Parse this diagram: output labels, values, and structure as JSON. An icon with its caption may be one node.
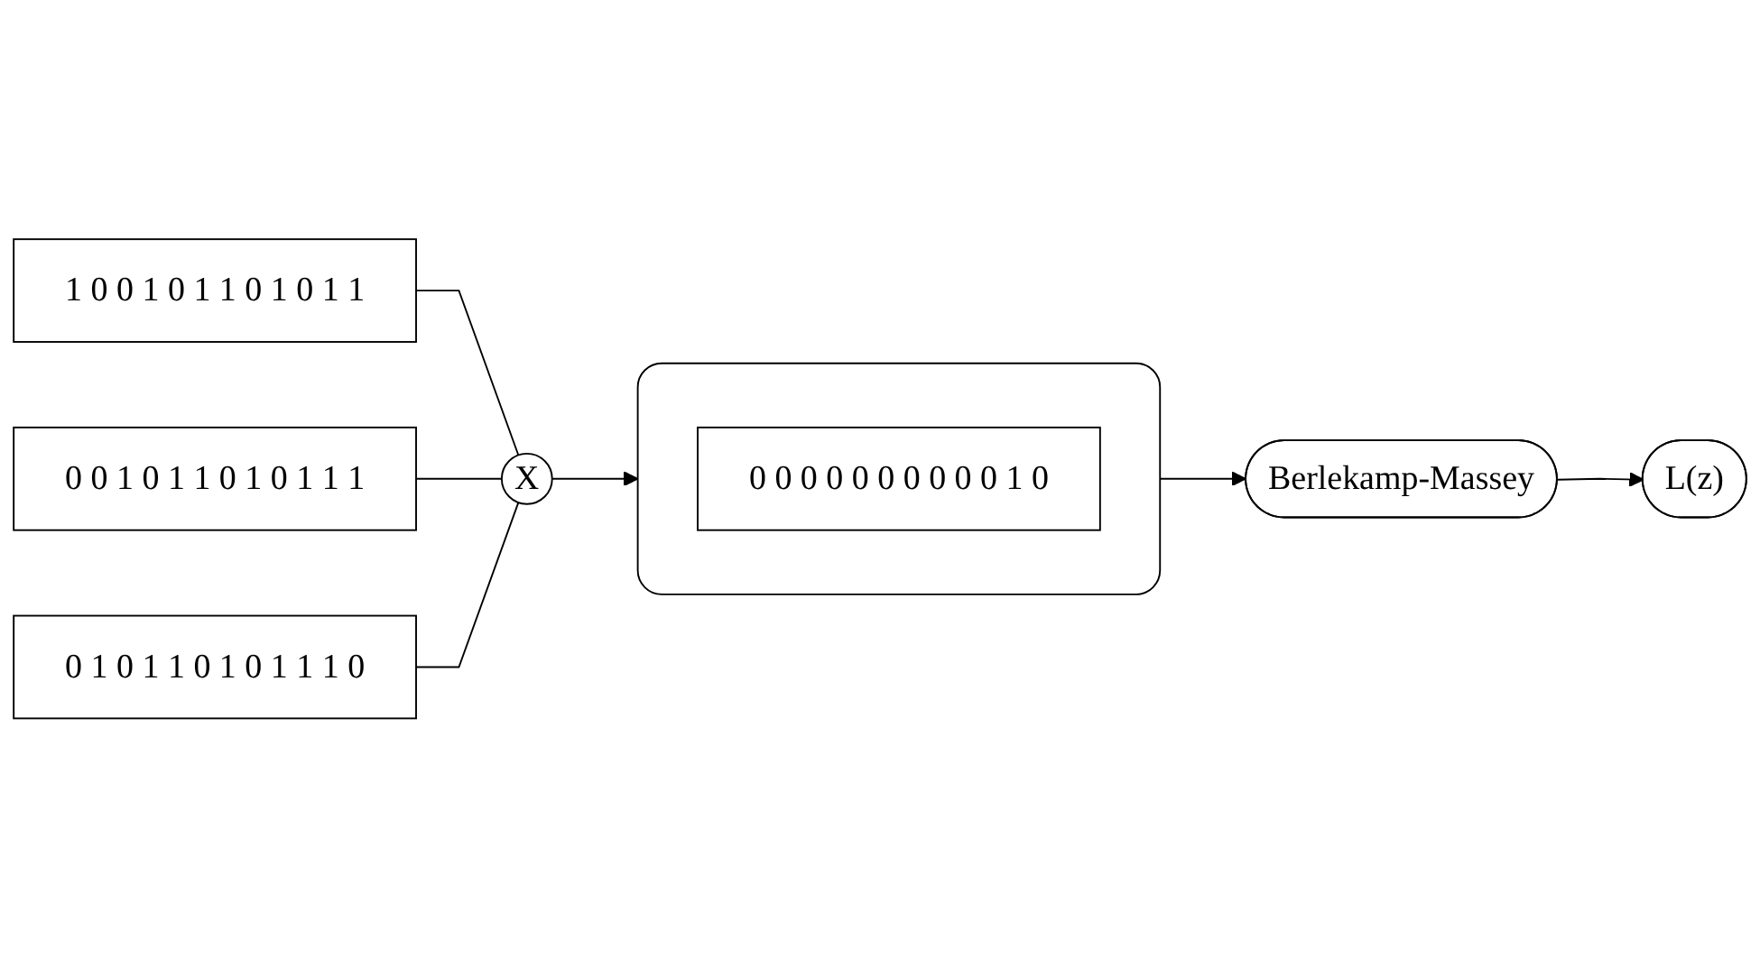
{
  "diagram": {
    "nodes": [
      {
        "text": [
          "1 0 0 1 0 1 1 0 1 0 1 1"
        ]
      },
      {
        "text": [
          "0 0 1 0 1 1 0 1 0 1 1 1"
        ]
      },
      {
        "text": [
          "0 1 0 1 1 0 1 0 1 1 1 0"
        ]
      },
      {
        "text": [
          "X"
        ]
      },
      {
        "text": [],
        "shape": "box"
      },
      {
        "text": [
          "0 0 0 0 0 0 0 0 0 0 1 0"
        ],
        "in": 4
      },
      {
        "text": [
          "Berlekamp-Massey"
        ]
      },
      {
        "text": [
          "L(z)"
        ]
      }
    ],
    "edges": [
      {
        "from": 0,
        "to": 3,
        "arrow": "none"
      },
      {
        "from": 1,
        "to": 3,
        "arrow": "none"
      },
      {
        "from": 2,
        "to": 3,
        "arrow": "none"
      },
      {
        "from": 3,
        "to": 4,
        "arrow": "to"
      },
      {
        "from": 4,
        "to": 6,
        "arrow": "to"
      },
      {
        "from": 6,
        "to": 7,
        "arrow": "to"
      }
    ]
  }
}
